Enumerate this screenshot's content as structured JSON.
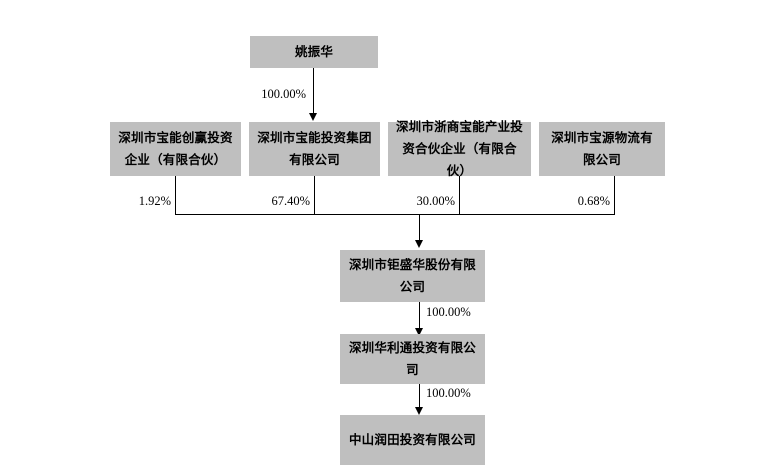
{
  "diagram": {
    "type": "ownership-structure-chart",
    "background_color": "#ffffff",
    "box_fill_color": "#bfbfbf",
    "line_color": "#000000",
    "nodes": {
      "root": {
        "id": "yao-zhenhua",
        "label": "姚振华"
      },
      "level2": [
        {
          "id": "baoneng-chuangying",
          "label": "深圳市宝能创赢投资企业（有限合伙）",
          "ownership": "1.92%"
        },
        {
          "id": "baoneng-investment-group",
          "label": "深圳市宝能投资集团有限公司",
          "ownership": "67.40%"
        },
        {
          "id": "zheshang-baoneng-industry",
          "label": "深圳市浙商宝能产业投资合伙企业（有限合伙）",
          "ownership": "30.00%"
        },
        {
          "id": "baoyuan-logistics",
          "label": "深圳市宝源物流有限公司",
          "ownership": "0.68%"
        }
      ],
      "level3": {
        "id": "jushenghua",
        "label": "深圳市钜盛华股份有限公司"
      },
      "level4": {
        "id": "hualitong",
        "label": "深圳华利通投资有限公司"
      },
      "level5": {
        "id": "zhongshan-runtian",
        "label": "中山润田投资有限公司"
      }
    },
    "edges": {
      "root_to_level2": "100.00%",
      "level3_to_level4": "100.00%",
      "level4_to_level5": "100.00%"
    }
  },
  "chart_data": {
    "type": "diagram",
    "title": "",
    "nodes": [
      {
        "name": "姚振华",
        "level": 1
      },
      {
        "name": "深圳市宝能创赢投资企业（有限合伙）",
        "level": 2
      },
      {
        "name": "深圳市宝能投资集团有限公司",
        "level": 2
      },
      {
        "name": "深圳市浙商宝能产业投资合伙企业（有限合伙）",
        "level": 2
      },
      {
        "name": "深圳市宝源物流有限公司",
        "level": 2
      },
      {
        "name": "深圳市钜盛华股份有限公司",
        "level": 3
      },
      {
        "name": "深圳华利通投资有限公司",
        "level": 4
      },
      {
        "name": "中山润田投资有限公司",
        "level": 5
      }
    ],
    "links": [
      {
        "from": "姚振华",
        "to": "深圳市宝能投资集团有限公司",
        "value": "100.00%"
      },
      {
        "from": "深圳市宝能创赢投资企业（有限合伙）",
        "to": "深圳市钜盛华股份有限公司",
        "value": "1.92%"
      },
      {
        "from": "深圳市宝能投资集团有限公司",
        "to": "深圳市钜盛华股份有限公司",
        "value": "67.40%"
      },
      {
        "from": "深圳市浙商宝能产业投资合伙企业（有限合伙）",
        "to": "深圳市钜盛华股份有限公司",
        "value": "30.00%"
      },
      {
        "from": "深圳市宝源物流有限公司",
        "to": "深圳市钜盛华股份有限公司",
        "value": "0.68%"
      },
      {
        "from": "深圳市钜盛华股份有限公司",
        "to": "深圳华利通投资有限公司",
        "value": "100.00%"
      },
      {
        "from": "深圳华利通投资有限公司",
        "to": "中山润田投资有限公司",
        "value": "100.00%"
      }
    ]
  }
}
